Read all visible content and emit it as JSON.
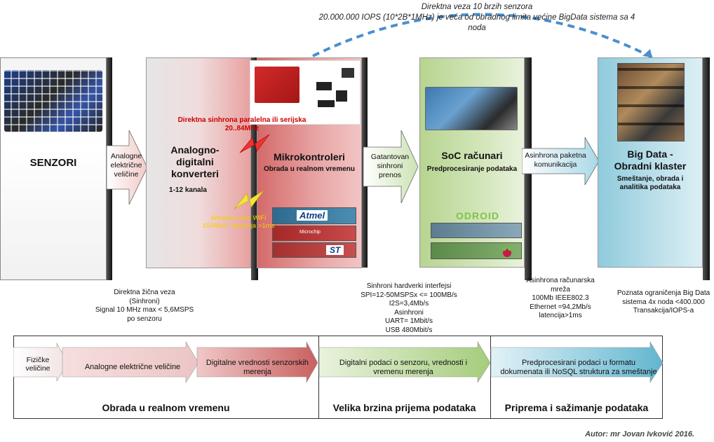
{
  "top_note": {
    "line1": "Direktna veza 10 brzih senzora",
    "line2": "20.000.000 IOPS (10*2B*1MHz) je veća od obradnog limita većine BigData sistema sa 4",
    "line3": "noda"
  },
  "stages": {
    "senzori": {
      "title": "SENZORI"
    },
    "adc": {
      "title_l1": "Analogno-",
      "title_l2": "digitalni",
      "title_l3": "konverteri",
      "sub": "1-12 kanala"
    },
    "mcu": {
      "title": "Mikrokontroleri",
      "sub": "Obrada u realnom vremenu"
    },
    "soc": {
      "title": "SoC računari",
      "sub": "Predprocesiranje podataka"
    },
    "bigdata": {
      "title_l1": "Big Data -",
      "title_l2": "Obradni klaster",
      "sub_l1": "Smeštanje, obrada i",
      "sub_l2": "analitika podataka"
    }
  },
  "connectors": {
    "analog": {
      "l1": "Analogne",
      "l2": "električne",
      "l3": "veličine"
    },
    "sync": {
      "l1": "Gatantovan",
      "l2": "sinhroni",
      "l3": "prenos"
    },
    "async": {
      "l1": "Asinhrona paketna",
      "l2": "komunikacija"
    },
    "direct_sync": {
      "l1": "Direktna sinhrona paralelna ili serijska",
      "l2": "20..84MHz"
    },
    "wireless": {
      "l1": "Wireless max WiFi",
      "l2": "150Mb/s, latencija >1ms"
    }
  },
  "logos": {
    "atmel": "Atmel",
    "microchip": "Microchip",
    "st": "ST",
    "odroid": "ODROID"
  },
  "notes": {
    "wired": [
      "Direktna žična veza",
      "(Sinhroni)",
      "Signal 10 MHz max < 5,6MSPS",
      "po senzoru"
    ],
    "hw": [
      "Sinhroni hardverki interfejsi",
      "SPI=12-50MSPSx <= 100MB/s",
      "I2S=3,4Mb/s",
      "Asinhroni",
      "UART= 1Mbit/s",
      "USB 480Mbit/s"
    ],
    "net": [
      "Asinhrona računarska",
      "mreža",
      "100Mb IEEE802.3",
      "Ethernet =94,2Mb/s",
      "latencija>1ms"
    ],
    "limits": [
      "Poznata ograničenja Big Data",
      "sistema 4x noda <400.000",
      "Transakcija/IOPS-a"
    ]
  },
  "flow": {
    "step1": {
      "l1": "Fizičke",
      "l2": "veličine"
    },
    "step2": "Analogne električne veličine",
    "step3": {
      "l1": "Digitalne vrednosti senzorskih",
      "l2": "merenja"
    },
    "step4": {
      "l1": "Digitalni podaci o senzoru, vrednosti i",
      "l2": "vremenu merenja"
    },
    "step5": {
      "l1": "Predprocesirani podaci u formatu",
      "l2": "dokumenata ili NoSQL struktura za smeštanje"
    }
  },
  "phases": {
    "p1": "Obrada u realnom vremenu",
    "p2": "Velika brzina prijema podataka",
    "p3": "Priprema i sažimanje podataka"
  },
  "author": "Autor: mr Jovan Ivković 2016.",
  "colors": {
    "adc": "#e8a9a9",
    "mcu": "#d96b6b",
    "soc": "#c2dba0",
    "bigdata": "#7fc3d8",
    "dashed": "#4a8fcf"
  }
}
